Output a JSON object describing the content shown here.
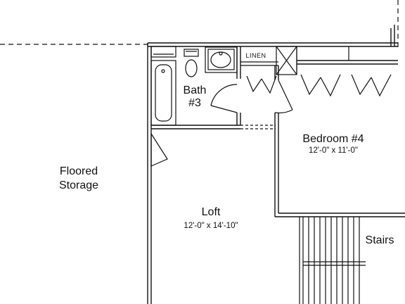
{
  "rooms": {
    "floored_storage": {
      "line1": "Floored",
      "line2": "Storage"
    },
    "bath": {
      "name": "Bath",
      "number": "#3"
    },
    "bedroom": {
      "name": "Bedroom #4",
      "dims": "12'-0\" x 11'-0\""
    },
    "loft": {
      "name": "Loft",
      "dims": "12'-0\" x 14'-10\""
    },
    "stairs": {
      "name": "Stairs"
    },
    "linen": {
      "label": "LINEN"
    }
  },
  "colors": {
    "line": "#111111",
    "background": "#ffffff"
  }
}
